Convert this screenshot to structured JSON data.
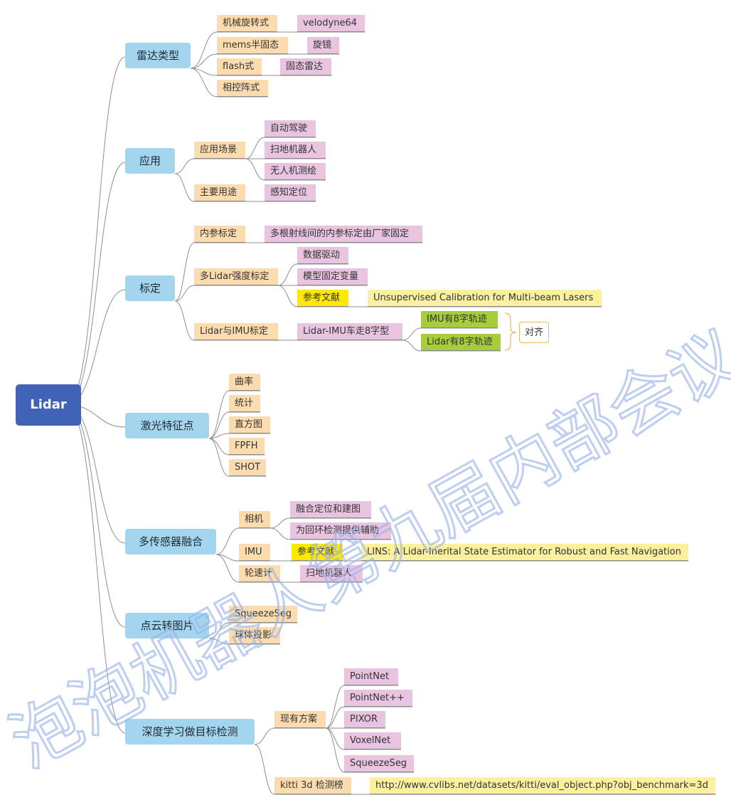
{
  "root": "Lidar",
  "branches": {
    "radar_types": {
      "label": "雷达类型",
      "mech": "机械旋转式",
      "mech_ex": "velodyne64",
      "mems": "mems半固态",
      "mems_ex": "旋镜",
      "flash": "flash式",
      "flash_ex": "固态雷达",
      "phased": "相控阵式"
    },
    "application": {
      "label": "应用",
      "scenes": "应用场景",
      "scene_items": [
        "自动驾驶",
        "扫地机器人",
        "无人机测绘"
      ],
      "main_use": "主要用途",
      "main_use_item": "感知定位"
    },
    "calibration": {
      "label": "标定",
      "intrinsic": "内参标定",
      "intrinsic_desc": "多根射线间的内参标定由厂家固定",
      "intensity": "多Lidar强度标定",
      "data_driven": "数据驱动",
      "model_fixed": "模型固定变量",
      "reference": "参考文献",
      "reference_title": "Unsupervised Calibration for Multi-beam Lasers",
      "lidar_imu": "Lidar与IMU标定",
      "figure8": "Lidar-IMU车走8字型",
      "imu8": "IMU有8字轨迹",
      "lidar8": "Lidar有8字轨迹",
      "align": "对齐"
    },
    "features": {
      "label": "激光特征点",
      "items": [
        "曲率",
        "统计",
        "直方图",
        "FPFH",
        "SHOT"
      ]
    },
    "fusion": {
      "label": "多传感器融合",
      "camera": "相机",
      "camera_items": [
        "融合定位和建图",
        "为回环检测提供辅助"
      ],
      "imu": "IMU",
      "reference": "参考文献",
      "reference_title": "LINS: A Lidar-Inerital State Estimator for Robust and Fast Navigation",
      "odometer": "轮速计",
      "odometer_item": "扫地机器人"
    },
    "to_image": {
      "label": "点云转图片",
      "items": [
        "SqueezeSeg",
        "球体投影"
      ]
    },
    "deep": {
      "label": "深度学习做目标检测",
      "existing": "现有方案",
      "existing_items": [
        "PointNet",
        "PointNet++",
        "PIXOR",
        "VoxelNet",
        "SqueezeSeg"
      ],
      "kitti": "kitti 3d 检测榜",
      "kitti_url": "http://www.cvlibs.net/datasets/kitti/eval_object.php?obj_benchmark=3d"
    }
  },
  "watermark": "泡泡机器人第九届内部会议",
  "colors": {
    "root": "#4063b8",
    "main": "#a3d6ee",
    "orange": "#fcdcae",
    "pink": "#e9c4e1",
    "yellow": "#fbf09d",
    "bright_yellow": "#fdea00",
    "green": "#a7cd3c",
    "edge": "#8f8f8f",
    "watermark": "#9ab4e8"
  }
}
